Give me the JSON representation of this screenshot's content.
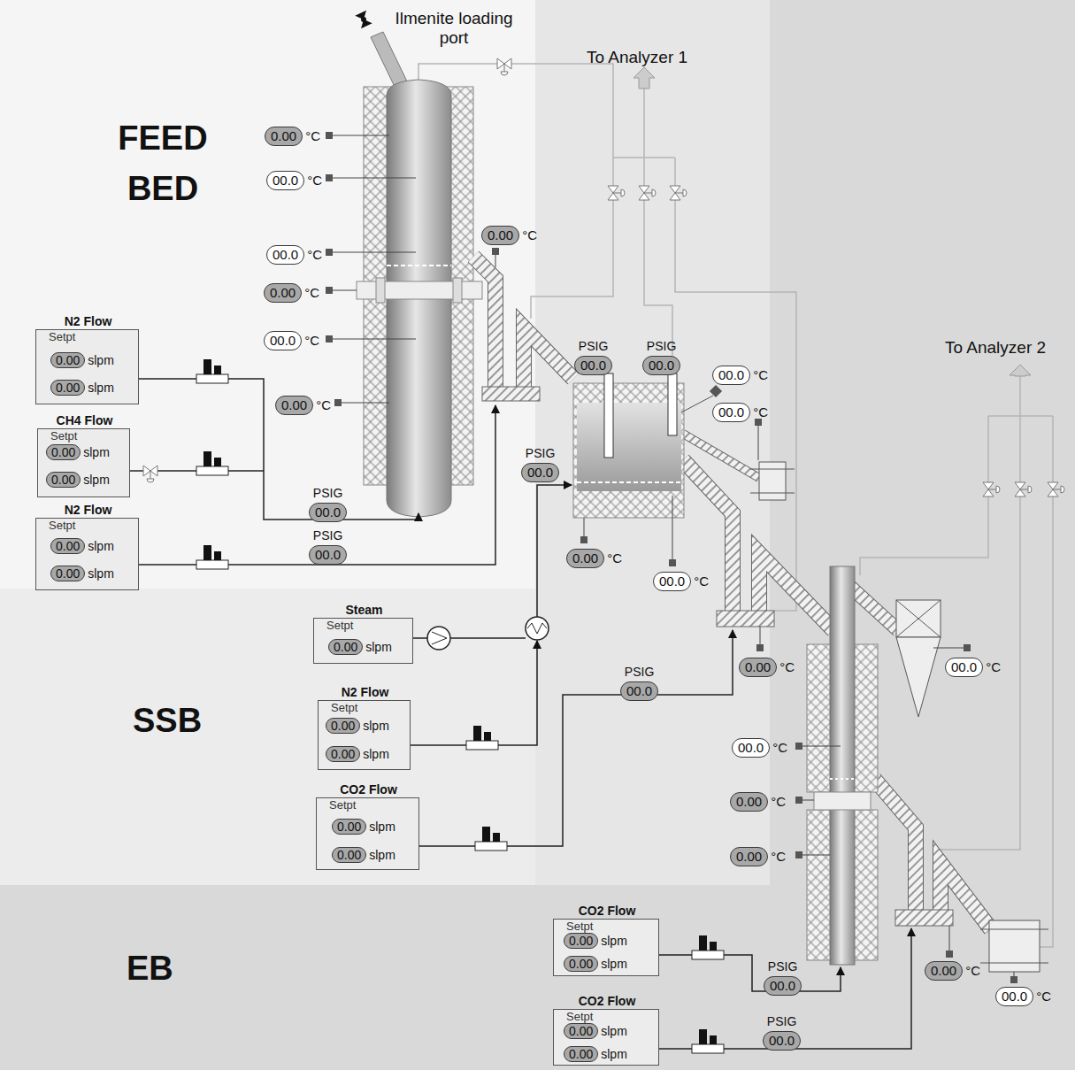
{
  "diagram": {
    "nodes": [
      {
        "text": [
          "0.00",
          "°C"
        ]
      },
      {
        "text": [
          "00.0",
          "°C"
        ]
      },
      {
        "text": [
          "00.0",
          "°C"
        ]
      },
      {
        "text": [
          "0.00",
          "°C"
        ]
      },
      {
        "text": [
          "00.0",
          "°C"
        ]
      },
      {
        "text": [
          "0.00",
          "°C"
        ]
      },
      {
        "text": [
          "0.00",
          "°C"
        ]
      },
      {
        "text": [
          "N2 Flow",
          "Setpt"
        ]
      },
      {
        "text": [
          "0.00",
          "slpm"
        ],
        "in": 7
      },
      {
        "text": [
          "0.00",
          "slpm"
        ],
        "in": 7
      },
      {
        "text": [
          "CH4 Flow",
          "Setpt"
        ]
      },
      {
        "text": [
          "0.00",
          "slpm"
        ],
        "in": 10
      },
      {
        "text": [
          "0.00",
          "slpm"
        ],
        "in": 10
      },
      {
        "text": [
          "N2 Flow",
          "Setpt"
        ]
      },
      {
        "text": [
          "0.00",
          "slpm"
        ],
        "in": 13
      },
      {
        "text": [
          "0.00",
          "slpm"
        ],
        "in": 13
      },
      {
        "text": [
          "PSIG",
          "00.0"
        ]
      },
      {
        "text": [
          "PSIG",
          "00.0"
        ]
      },
      {
        "text": [
          "PSIG",
          "00.0"
        ]
      },
      {
        "text": [
          "PSIG",
          "00.0"
        ]
      },
      {
        "text": [
          "00.0",
          "°C"
        ]
      },
      {
        "text": [
          "00.0",
          "°C"
        ]
      },
      {
        "text": [
          "PSIG",
          "00.0"
        ]
      },
      {
        "text": [
          "0.00",
          "°C"
        ]
      },
      {
        "text": [
          "00.0",
          "°C"
        ]
      },
      {
        "text": [
          "Steam",
          "Setpt"
        ]
      },
      {
        "text": [
          "0.00",
          "slpm"
        ],
        "in": 25
      },
      {
        "text": [
          "0.00",
          "°C"
        ]
      },
      {
        "text": [
          "00.0",
          "°C"
        ]
      },
      {
        "text": [
          "N2 Flow",
          "Setpt"
        ]
      },
      {
        "text": [
          "0.00",
          "slpm"
        ],
        "in": 29
      },
      {
        "text": [
          "0.00",
          "slpm"
        ],
        "in": 29
      },
      {
        "text": [
          "PSIG",
          "00.0"
        ]
      },
      {
        "text": [
          "00.0",
          "°C"
        ]
      },
      {
        "text": [
          "0.00",
          "°C"
        ]
      },
      {
        "text": [
          "0.00",
          "°C"
        ]
      },
      {
        "text": [
          "CO2 Flow",
          "Setpt"
        ]
      },
      {
        "text": [
          "0.00",
          "slpm"
        ],
        "in": 36
      },
      {
        "text": [
          "0.00",
          "slpm"
        ],
        "in": 36
      },
      {
        "text": [
          "CO2 Flow",
          "Setpt"
        ]
      },
      {
        "text": [
          "0.00",
          "slpm"
        ],
        "in": 39
      },
      {
        "text": [
          "0.00",
          "slpm"
        ],
        "in": 39
      },
      {
        "text": [
          "0.00",
          "°C"
        ]
      },
      {
        "text": [
          "PSIG",
          "00.0"
        ]
      },
      {
        "text": [
          "00.0",
          "°C"
        ]
      },
      {
        "text": [
          "CO2 Flow",
          "Setpt"
        ]
      },
      {
        "text": [
          "0.00",
          "slpm"
        ],
        "in": 45
      },
      {
        "text": [
          "0.00",
          "slpm"
        ],
        "in": 45
      },
      {
        "text": [
          "PSIG",
          "00.0"
        ]
      }
    ],
    "labels": [
      "Ilmenite loading port",
      "To Analyzer 1",
      "To Analyzer 2",
      "FEED BED",
      "SSB",
      "EB"
    ]
  }
}
